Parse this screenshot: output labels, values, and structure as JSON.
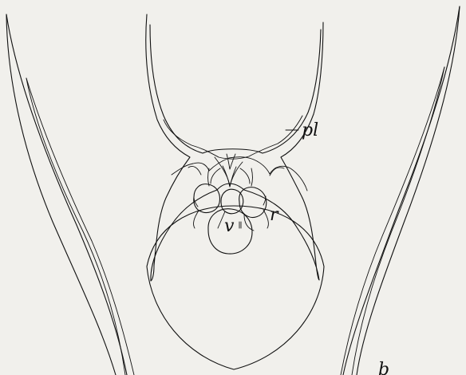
{
  "labels": {
    "pl": "pl",
    "v": "v",
    "r": "r",
    "bottom_right_letter": "b"
  }
}
